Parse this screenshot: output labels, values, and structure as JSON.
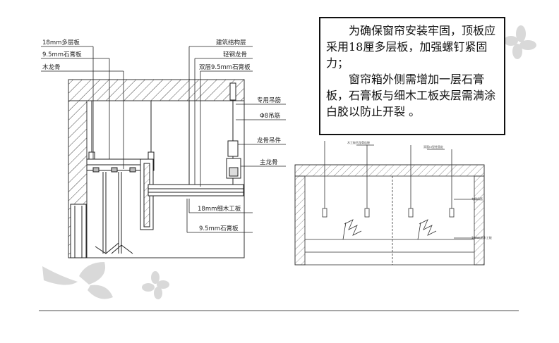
{
  "left_drawing": {
    "labels_left": [
      "18mm多层板",
      "9.5mm石膏板",
      "木龙骨"
    ],
    "labels_right_top": [
      "建筑结构层",
      "轻钢龙骨",
      "双层9.5mm石膏板"
    ],
    "labels_right_side": [
      "专用吊筋",
      "Φ8吊筋",
      "龙骨吊件",
      "主龙骨"
    ],
    "labels_bottom": [
      "18mm细木工板",
      "9.5mm石膏板"
    ]
  },
  "right_drawing": {
    "labels_top": [
      "木工板吊龙骨连接",
      "双面口型柱固定"
    ],
    "labels_side": [
      "专用吊筋",
      "18mm细木工板"
    ]
  },
  "note": {
    "paragraph1": "为确保窗帘安装牢固，顶板应采用18厘多层板，加强螺钉紧固力；",
    "paragraph2": "窗帘箱外侧需增加一层石膏板，石膏板与细木工板夹层需满涂白胶以防止开裂 。"
  },
  "colors": {
    "line": "#222222",
    "hatch": "#555555",
    "petal": "#d8d8d8",
    "bottom_rule": "#888888"
  },
  "decor_icons": [
    "flower-icon",
    "flower-icon",
    "flower-icon"
  ]
}
